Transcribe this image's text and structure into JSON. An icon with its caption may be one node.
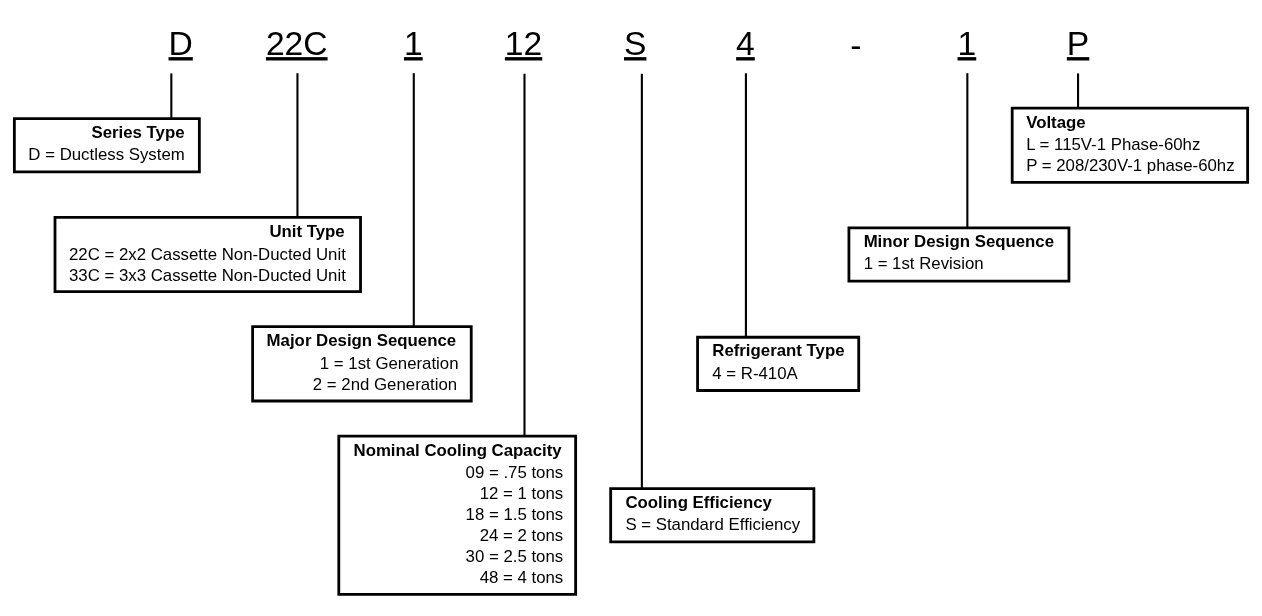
{
  "diagram": {
    "nodes": [
      {
        "text": [
          "D"
        ]
      },
      {
        "text": [
          "22C"
        ]
      },
      {
        "text": [
          "1"
        ]
      },
      {
        "text": [
          "12"
        ]
      },
      {
        "text": [
          "S"
        ]
      },
      {
        "text": [
          "4"
        ]
      },
      {
        "text": [
          "1"
        ]
      },
      {
        "text": [
          "P"
        ]
      },
      {
        "text": [
          "Series Type",
          "D = Ductless System"
        ]
      },
      {
        "text": [
          "Unit Type",
          "22C = 2x2 Cassette Non-Ducted Unit",
          "33C = 3x3 Cassette Non-Ducted Unit"
        ]
      },
      {
        "text": [
          "Major Design Sequence",
          "1 = 1st Generation",
          "2 = 2nd Generation"
        ]
      },
      {
        "text": [
          "Nominal Cooling Capacity",
          "09 = .75 tons",
          "12 = 1 tons",
          "18 = 1.5 tons",
          "24 = 2 tons",
          "30 = 2.5 tons",
          "48 = 4 tons"
        ]
      },
      {
        "text": [
          "Cooling Efficiency",
          "S = Standard Efficiency"
        ]
      },
      {
        "text": [
          "Refrigerant Type",
          "4 = R-410A"
        ]
      },
      {
        "text": [
          "Minor Design Sequence",
          "1 = 1st Revision"
        ]
      },
      {
        "text": [
          "Voltage",
          "L = 115V-1 Phase-60hz",
          "P = 208/230V-1 phase-60hz"
        ]
      }
    ],
    "edges": [
      {
        "from": 0,
        "to": 8,
        "arrow": "none"
      },
      {
        "from": 1,
        "to": 9,
        "arrow": "none"
      },
      {
        "from": 2,
        "to": 10,
        "arrow": "none"
      },
      {
        "from": 3,
        "to": 11,
        "arrow": "none"
      },
      {
        "from": 4,
        "to": 12,
        "arrow": "none"
      },
      {
        "from": 5,
        "to": 13,
        "arrow": "none"
      },
      {
        "from": 6,
        "to": 14,
        "arrow": "none"
      },
      {
        "from": 7,
        "to": 15,
        "arrow": "none"
      }
    ],
    "labels": [
      "-"
    ]
  }
}
